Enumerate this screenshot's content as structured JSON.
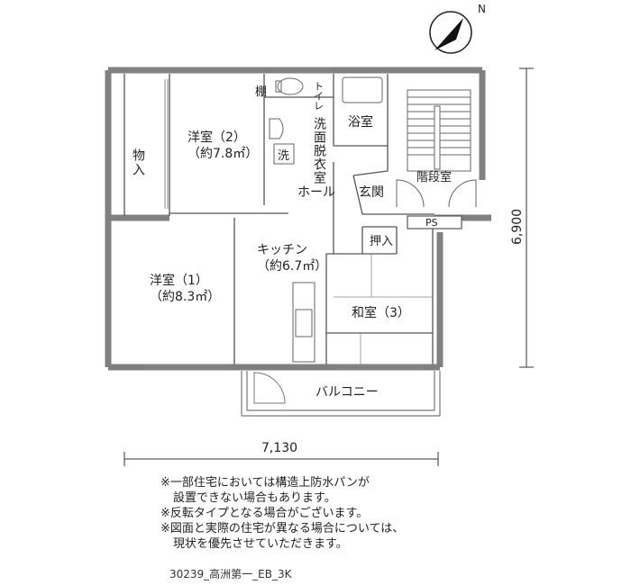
{
  "rooms": {
    "storage": "物入",
    "western2_name": "洋室（2）",
    "western2_area": "（約7.8㎡）",
    "shelf": "棚",
    "toilet": "トイレ",
    "washroom": "洗面脱衣室",
    "wash_machine": "洗",
    "bath": "浴室",
    "hall": "ホール",
    "entrance": "玄関",
    "stairwell": "階段室",
    "ps": "PS",
    "closet": "押入",
    "kitchen_name": "キッチン",
    "kitchen_area": "（約6.7㎡）",
    "western1_name": "洋室（1）",
    "western1_area": "（約8.3㎡）",
    "japanese3": "和室（3）",
    "balcony": "バルコニー"
  },
  "dimensions": {
    "width": "7,130",
    "height": "6,900"
  },
  "compass": {
    "north": "N"
  },
  "notes": [
    "※一部住宅においては構造上防水パンが",
    "設置できない場合もあります。",
    "※反転タイプとなる場合がございます。",
    "※図面と実際の住宅が異なる場合については、",
    "現状を優先させていただきます。"
  ],
  "plan_code": "30239_高洲第一_EB_3K"
}
